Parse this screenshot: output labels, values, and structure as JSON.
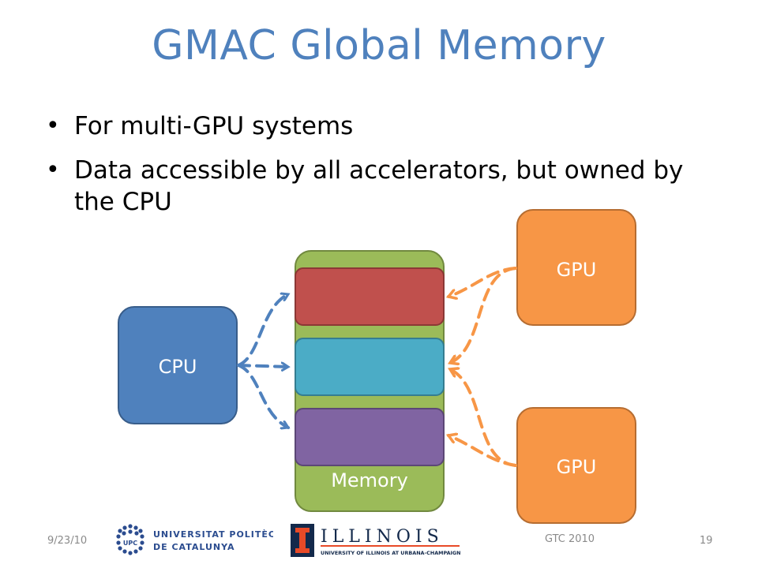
{
  "slide": {
    "title": "GMAC Global Memory",
    "bullets": [
      "For multi-GPU systems",
      "Data accessible by all accelerators, but owned by the CPU"
    ]
  },
  "diagram": {
    "cpu_label": "CPU",
    "gpu_top_label": "GPU",
    "gpu_bottom_label": "GPU",
    "memory_label": "Memory",
    "colors": {
      "cpu": "#4f81bd",
      "gpu": "#f79646",
      "memory": "#9bbb59",
      "block_red": "#c0504d",
      "block_teal": "#4bacc6",
      "block_purple": "#8064a2"
    }
  },
  "footer": {
    "date": "9/23/10",
    "event": "GTC 2010",
    "page": "19",
    "upc_line1": "UNIVERSITAT POLITÈCNICA",
    "upc_line2": "DE CATALUNYA",
    "upc_mark": "UPC",
    "illinois_name": "ILLINOIS",
    "illinois_sub": "UNIVERSITY OF ILLINOIS AT URBANA-CHAMPAIGN"
  }
}
